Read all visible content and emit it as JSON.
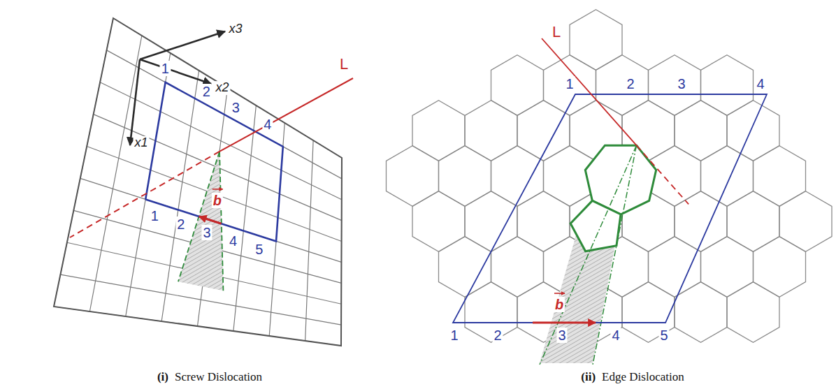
{
  "diagram": {
    "labels": [
      "x3",
      "x2",
      "x1",
      "L",
      "1",
      "2",
      "3",
      "4",
      "1",
      "2",
      "3",
      "4",
      "5",
      "b",
      "L",
      "1",
      "2",
      "3",
      "4",
      "1",
      "2",
      "3",
      "4",
      "5",
      "b",
      "(i)",
      "Screw Dislocation",
      "(ii)",
      "Edge Dislocation"
    ]
  }
}
